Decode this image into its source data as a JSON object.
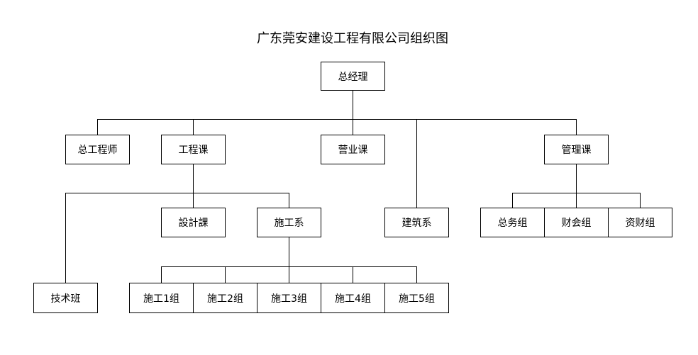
{
  "title": "广东莞安建设工程有限公司组织图",
  "nodes": {
    "gm": "总经理",
    "chief_engineer": "总工程师",
    "engineering": "工程课",
    "sales": "营业课",
    "architecture": "建筑系",
    "management": "管理课",
    "design": "設計課",
    "construction": "施工系",
    "technical_team": "技术班",
    "group1": "施工1组",
    "group2": "施工2组",
    "group3": "施工3组",
    "group4": "施工4组",
    "group5": "施工5组",
    "general_affairs": "总务组",
    "finance": "财会组",
    "assets": "资财组"
  }
}
